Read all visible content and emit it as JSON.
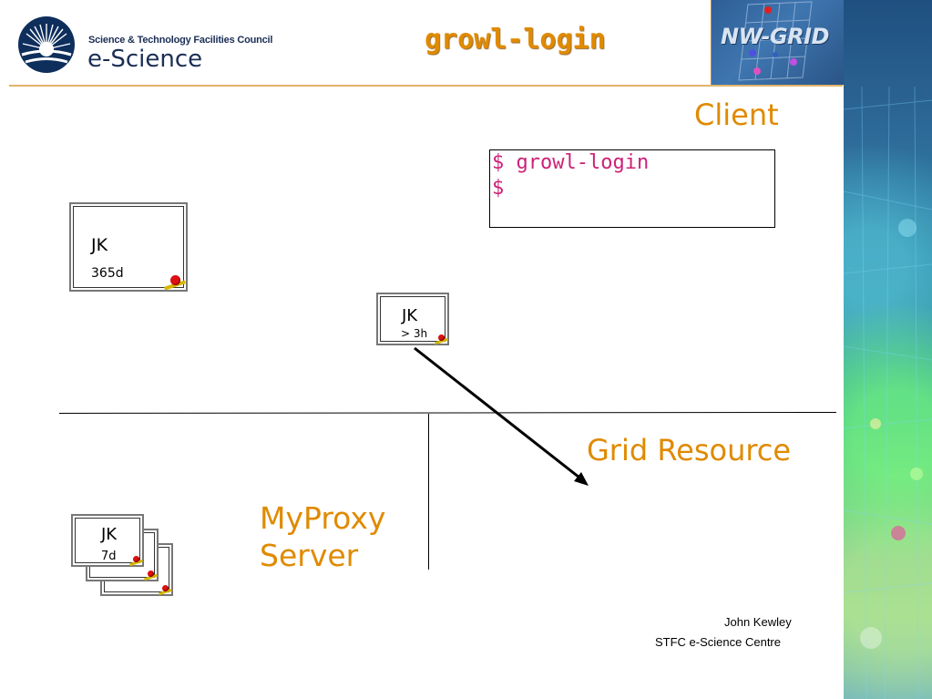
{
  "slide": {
    "title": "growl-login",
    "logo": {
      "small": "Science & Technology Facilities Council",
      "big": "e-Science"
    },
    "partner_logo": "NW-GRID",
    "labels": {
      "client": "Client",
      "grid_resource": "Grid Resource",
      "myproxy_line1": "MyProxy",
      "myproxy_line2": "Server"
    },
    "terminal": {
      "line1": "$ growl-login",
      "line2": "$"
    },
    "credentials": {
      "long_term": {
        "name": "JK",
        "lifetime": "365d"
      },
      "proxy": {
        "name": "JK",
        "lifetime": "> 3h"
      },
      "myproxy": {
        "name": "JK",
        "lifetime": "7d"
      }
    },
    "footer": {
      "author": "John Kewley",
      "org": "STFC e-Science Centre"
    }
  },
  "colors": {
    "accent": "#e08a00",
    "terminal_text": "#cc2277"
  }
}
